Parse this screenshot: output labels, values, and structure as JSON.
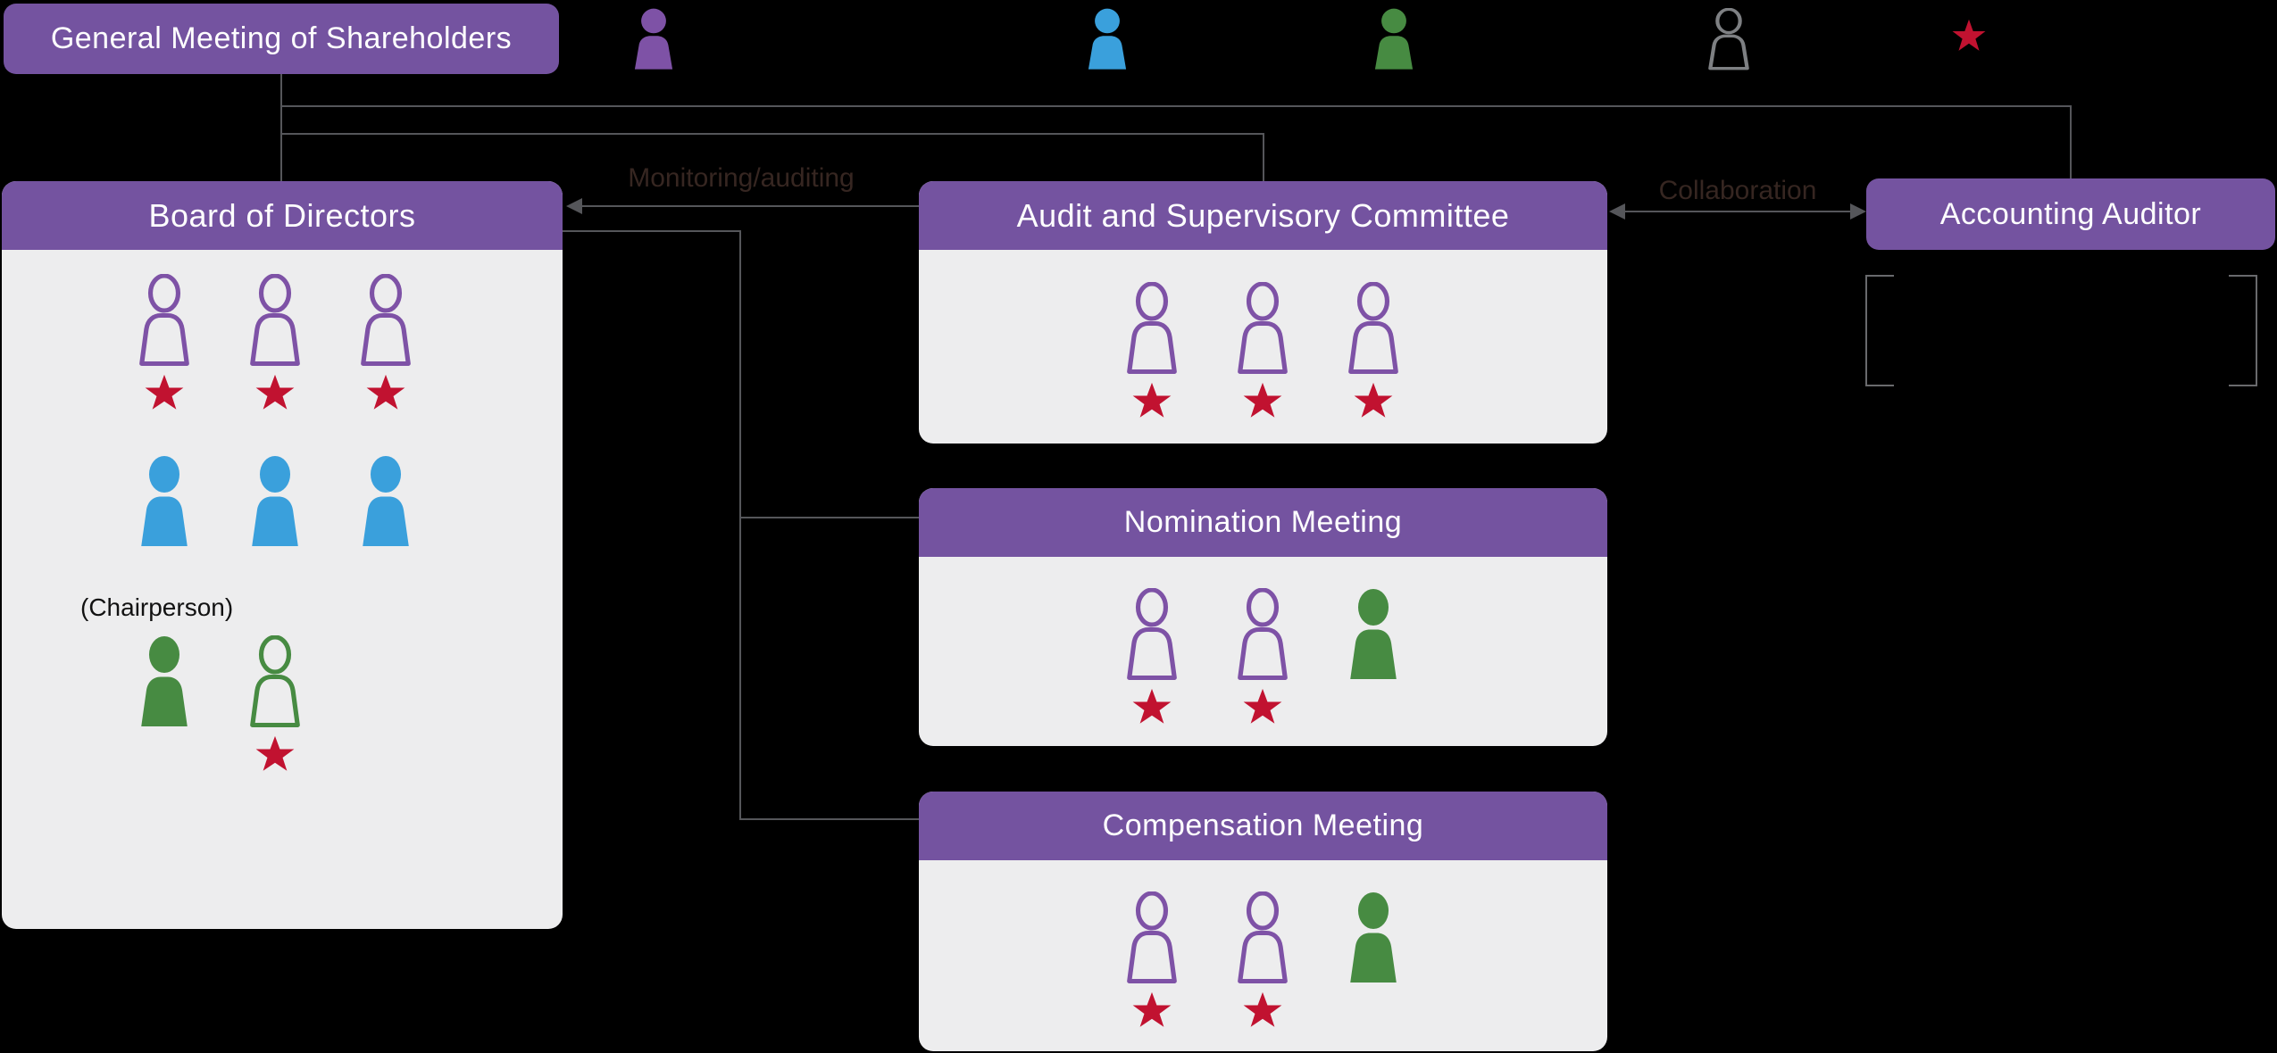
{
  "colors": {
    "background": "#000000",
    "header_purple": "#7453A0",
    "panel_gray": "#EDEDEE",
    "icon_purple": "#7E52A6",
    "icon_blue": "#3AA0DC",
    "icon_green": "#478B42",
    "icon_outline_gray": "#7E8083",
    "star_red": "#C11230",
    "connector_gray": "#55565A",
    "bracket_gray": "#696A6D",
    "flow_label_dark": "#362621",
    "title_white": "#FFFFFF"
  },
  "boxes": {
    "general_meeting": {
      "title": "General Meeting of Shareholders"
    },
    "board": {
      "title": "Board of Directors",
      "chairperson_label": "(Chairperson)",
      "rows": {
        "outside_directors": [
          {
            "type": "person-outline",
            "color": "#7E52A6",
            "star": true
          },
          {
            "type": "person-outline",
            "color": "#7E52A6",
            "star": true
          },
          {
            "type": "person-outline",
            "color": "#7E52A6",
            "star": true
          }
        ],
        "internal_directors": [
          {
            "type": "person-filled",
            "color": "#3AA0DC",
            "star": false
          },
          {
            "type": "person-filled",
            "color": "#3AA0DC",
            "star": false
          },
          {
            "type": "person-filled",
            "color": "#3AA0DC",
            "star": false
          }
        ],
        "chair_row": [
          {
            "type": "person-filled",
            "color": "#478B42",
            "star": false
          },
          {
            "type": "person-outline",
            "color": "#478B42",
            "star": true
          }
        ]
      }
    },
    "audit_committee": {
      "title": "Audit and Supervisory Committee",
      "members": [
        {
          "type": "person-outline",
          "color": "#7E52A6",
          "star": true
        },
        {
          "type": "person-outline",
          "color": "#7E52A6",
          "star": true
        },
        {
          "type": "person-outline",
          "color": "#7E52A6",
          "star": true
        }
      ]
    },
    "nomination_meeting": {
      "title": "Nomination Meeting",
      "members": [
        {
          "type": "person-outline",
          "color": "#7E52A6",
          "star": true
        },
        {
          "type": "person-outline",
          "color": "#7E52A6",
          "star": true
        },
        {
          "type": "person-filled",
          "color": "#478B42",
          "star": false
        }
      ]
    },
    "compensation_meeting": {
      "title": "Compensation Meeting",
      "members": [
        {
          "type": "person-outline",
          "color": "#7E52A6",
          "star": true
        },
        {
          "type": "person-outline",
          "color": "#7E52A6",
          "star": true
        },
        {
          "type": "person-filled",
          "color": "#478B42",
          "star": false
        }
      ]
    },
    "accounting_auditor": {
      "title": "Accounting Auditor"
    }
  },
  "legend": {
    "items": [
      {
        "name": "purple-person-icon",
        "type": "person-filled",
        "color": "#7E52A6"
      },
      {
        "name": "blue-person-icon",
        "type": "person-filled",
        "color": "#3AA0DC"
      },
      {
        "name": "green-person-icon",
        "type": "person-filled",
        "color": "#478B42"
      },
      {
        "name": "gray-outline-person-icon",
        "type": "person-outline",
        "color": "#7E8083"
      },
      {
        "name": "red-star-icon",
        "type": "star",
        "color": "#C11230"
      }
    ]
  },
  "connectors": {
    "monitoring_label": "Monitoring/auditing",
    "collaboration_label": "Collaboration"
  }
}
